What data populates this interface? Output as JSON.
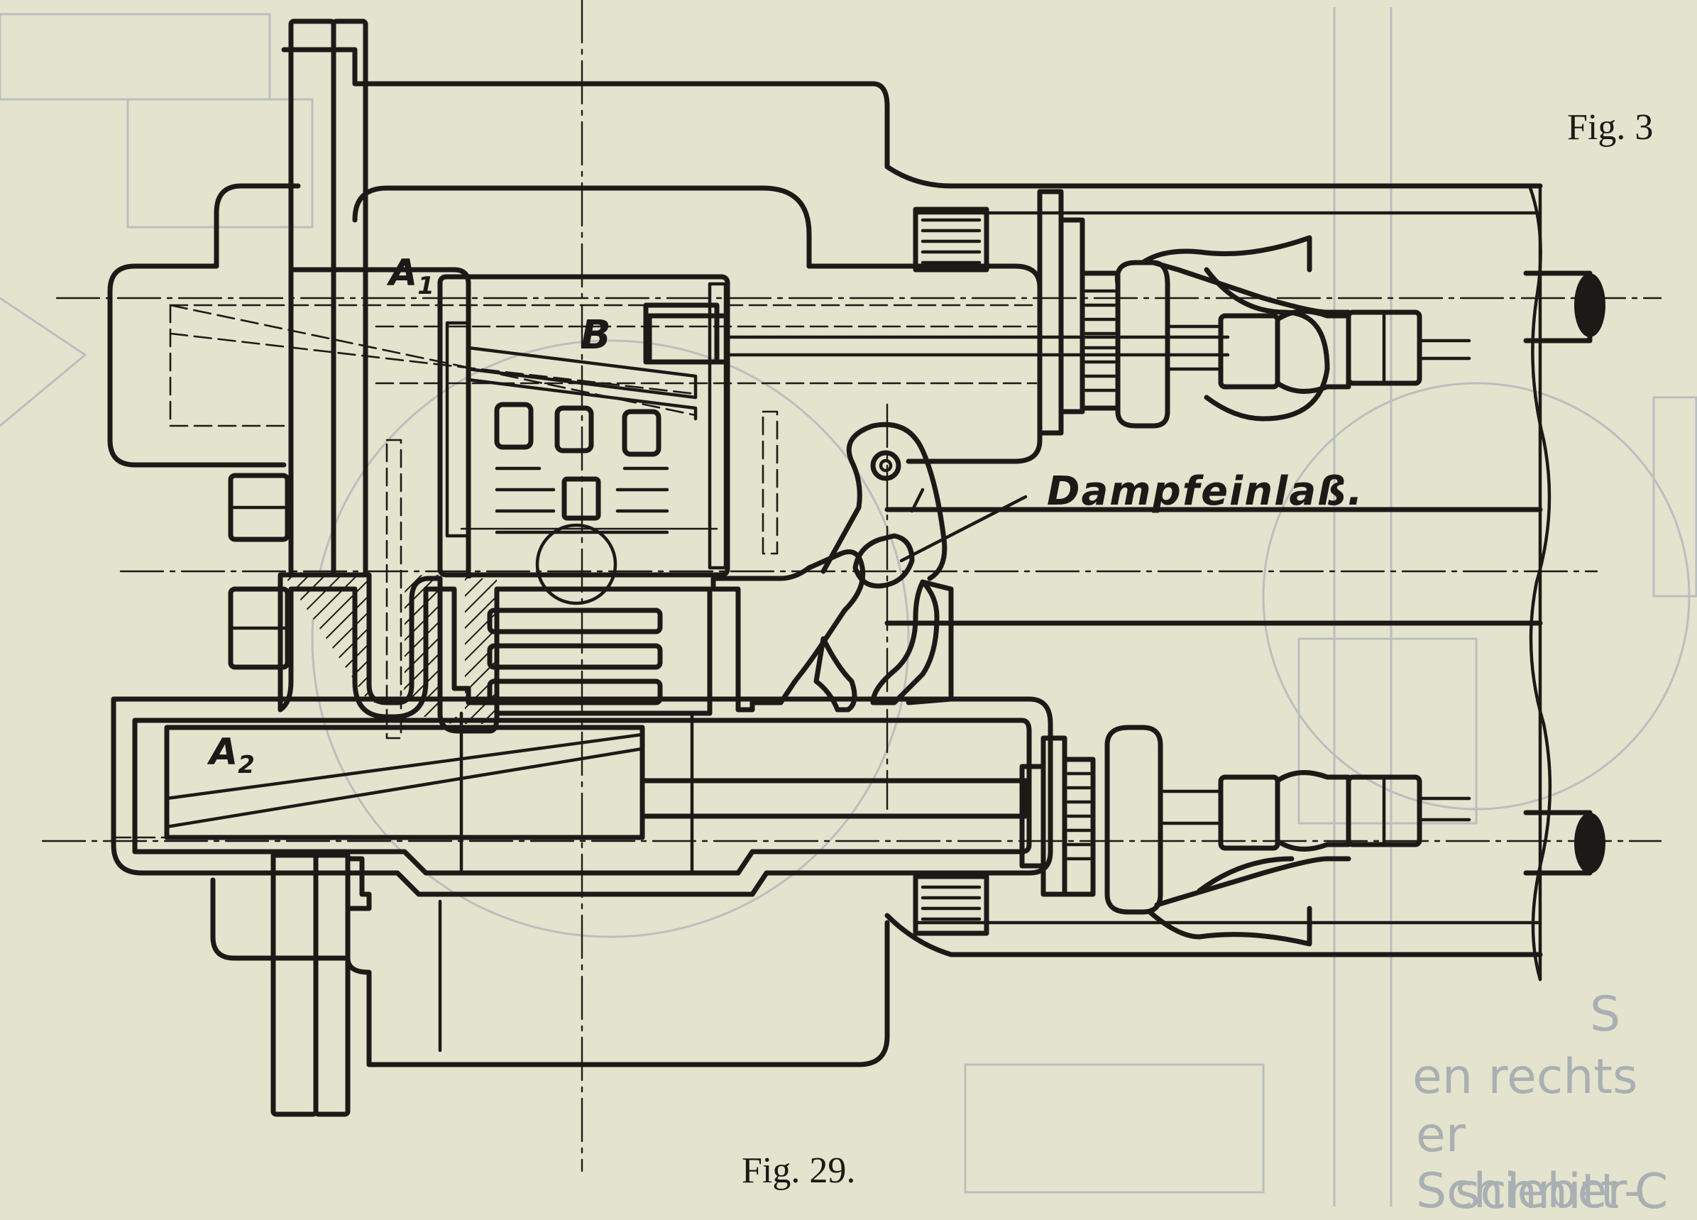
{
  "figure": {
    "caption": "Fig. 29.",
    "neighbor_caption": "Fig. 3"
  },
  "labels": {
    "a1_main": "A",
    "a1_sub": "1",
    "b": "B",
    "a2_main": "A",
    "a2_sub": "2",
    "steam_inlet": "Dampfeinlaß."
  },
  "bleed_through": {
    "line1": "S",
    "line2": "en rechts",
    "line3": "er Schieber-",
    "line4": "schnitt C"
  },
  "colors": {
    "paper": "#e4e3cd",
    "ink": "#1b1a17",
    "ghost_print": "#a9b0b3"
  }
}
